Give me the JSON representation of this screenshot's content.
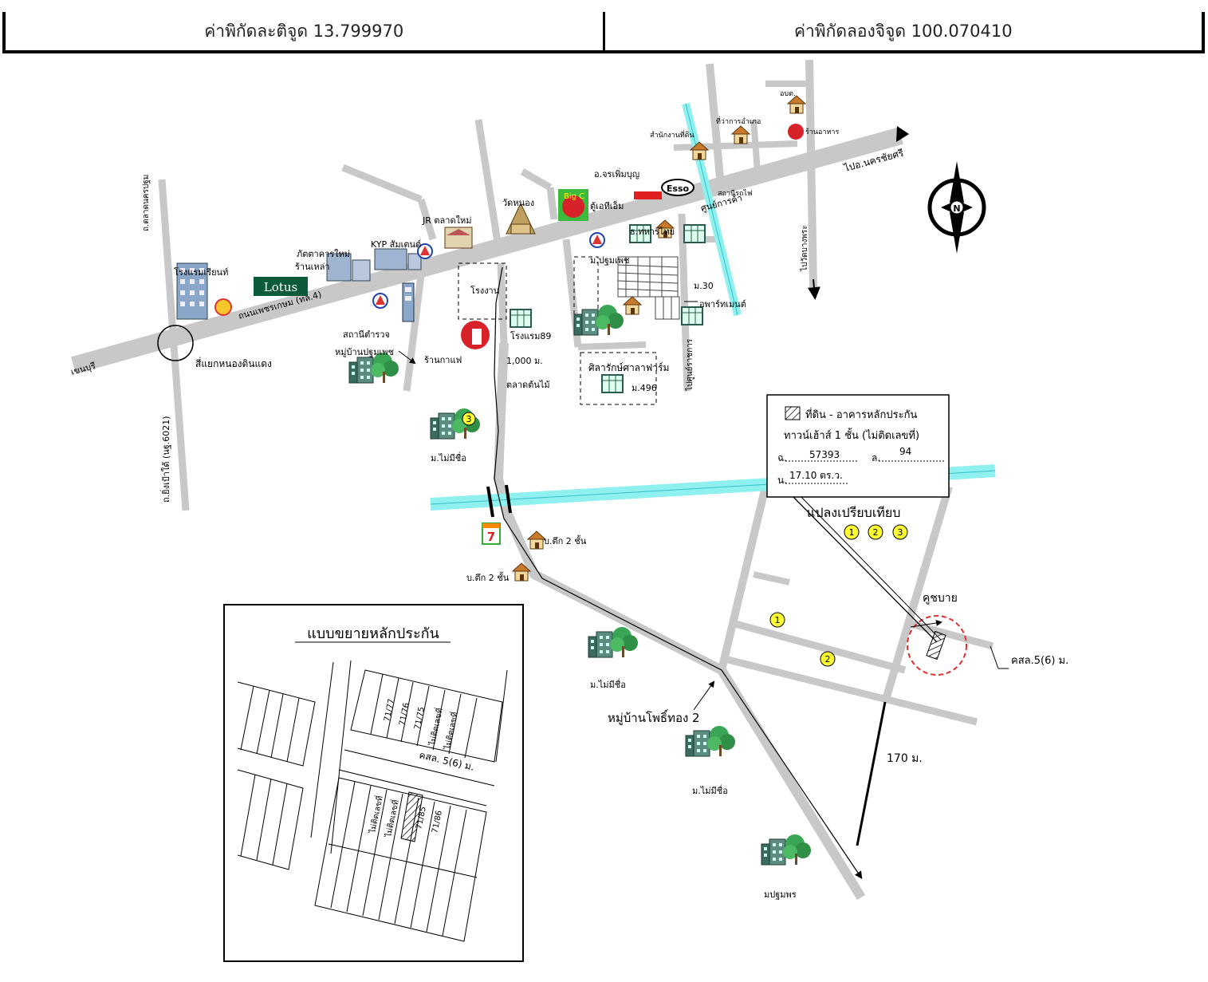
{
  "header": {
    "lat_text": "ค่าพิกัดละติจูด 13.799970",
    "lon_text": "ค่าพิกัดลองจิจูด 100.070410"
  },
  "colors": {
    "road": "#c8c8c8",
    "canal": "#8ff0f0",
    "subject_circle": "#e03030",
    "marker_fill": "#ffff33",
    "building": "#3a6b5f",
    "tree": "#3aa655",
    "bigc": "#d8222a",
    "esso_sign": "#e02020"
  },
  "map": {
    "roads": {
      "main_highway": "ถนนเพชรเกษม (ทล.4)",
      "to_city": "ไปอ.นครชัยศรี",
      "to_left": "เขนบุรี",
      "side_road_south": "ถ.ยิ่งเป้าใต้ (นฐ.6021)",
      "side_road_north": "ถ.ตลาดนครปฐม",
      "small_road": "คสล.5(6) ม.",
      "road_to_sam_phran": "ไปวัดบางพระ"
    },
    "places": {
      "hotel": "โรงแรมเรียนท์",
      "lotus": "Lotus",
      "jr": "JR ตลาดใหม่",
      "kyp": "KYP สัมเตนต์",
      "shop_1": "ภัตตาคารใหม่",
      "shop_2": "ร้านเหล่า",
      "police": "สถานีตำรวจ",
      "village_school": "หมู่บ้านปฐมเพช",
      "intersection": "สี่แยกหนองดินแดง",
      "factory": "โรงงาน",
      "temple": "วัดหนอง",
      "bigc": "Big C",
      "esso": "Esso",
      "shop_coffee": "ร้านกาแฟ",
      "hotel_89": "โรงแรม89",
      "distance_1000": "1,000 ม.",
      "market": "ตลาดต้นไม้",
      "office_a": "อ.จรเพิ่มบุญ",
      "office_b": "ตู้เอทีเอ็ม",
      "office_c": "ศูนย์การค้า",
      "bank": "ธ.ทหารไทย",
      "m30": "ม.30",
      "village_b": "ม.ปฐมเพช",
      "village_garden": "ศิลารักษ์ศาลาฟาร์ม",
      "m496": "ม.496",
      "apartment": "อพาร์ทเมนต์",
      "rd_school": "ไปศูนย์ราชการ",
      "top_a": "อบต.",
      "top_b": "ที่ว่าการอำเภอ",
      "top_c": "สำนักงานที่ดิน",
      "top_d": "ร้านอาหาร",
      "top_e": "สถานีรถไฟ",
      "village_3": "ม.ไม่มีชื่อ",
      "village_4": "ม.ไม่มีชื่อ",
      "village_5": "ม.ไม่มีชื่อ",
      "village_6": "มปฐมพร",
      "house_1": "บ.ตึก 2 ชั้น",
      "house_2": "บ.ตึก 2 ชั้น",
      "village_main": "หมู่บ้านโพธิ์ทอง 2",
      "distance_170": "170 ม.",
      "canal_label": "คูชบาย",
      "compare_title": "แปลงเปรียบเทียบ"
    },
    "markers": [
      "1",
      "2",
      "3"
    ],
    "seven_eleven": "7"
  },
  "legend": {
    "title_line1": "ที่ดิน - อาคารหลักประกัน",
    "title_line2": "ทาวน์เฮ้าส์ 1 ชั้น (ไม่ติดเลขที่)",
    "deed_label": "ฉ.",
    "deed_value": "57393",
    "lot_label": "ล.",
    "lot_value": "94",
    "area_label": "น.",
    "area_value": "17.10 ตร.ว."
  },
  "inset": {
    "title": "แบบขยายหลักประกัน",
    "road": "คสล. 5(6) ม.",
    "lots_top": [
      "71/77",
      "71/76",
      "71/75",
      "ไม่ติดเลขที่",
      "ไม่ติดเลขที่"
    ],
    "lots_bottom": [
      "ไม่ติดเลขที่",
      "ไม่ติดเลขที่",
      "71/85",
      "71/86"
    ]
  },
  "compass": {
    "letter": "N"
  }
}
